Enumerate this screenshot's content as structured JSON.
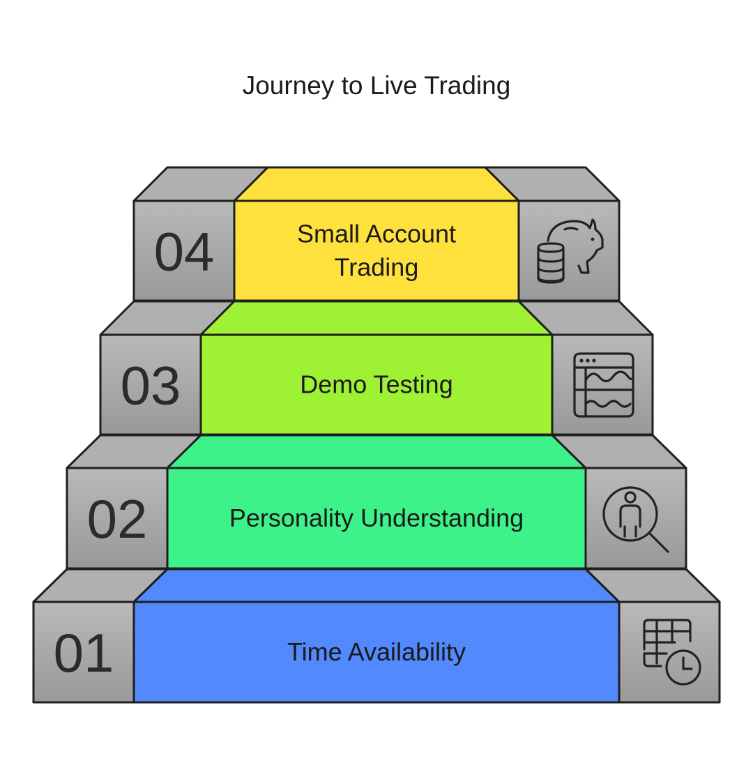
{
  "title": "Journey to Live Trading",
  "colors": {
    "side_top": "#b8b8b8",
    "side_bottom": "#9a9a9a",
    "side_bevel": "#b0b0b0",
    "outline": "#1f1f1f"
  },
  "steps": [
    {
      "number": "01",
      "label": "Time Availability",
      "color": "#5289fd",
      "bevel_color": "#5289fd",
      "icon": "calendar-clock-icon"
    },
    {
      "number": "02",
      "label": "Personality Understanding",
      "color": "#3ef28a",
      "bevel_color": "#3ef28a",
      "icon": "person-search-icon"
    },
    {
      "number": "03",
      "label": "Demo Testing",
      "color": "#9ff233",
      "bevel_color": "#9ff233",
      "icon": "chart-window-icon"
    },
    {
      "number": "04",
      "label": [
        "Small Account",
        "Trading"
      ],
      "color": "#ffe13d",
      "bevel_color": "#ffe13d",
      "icon": "piggy-bank-icon"
    }
  ]
}
